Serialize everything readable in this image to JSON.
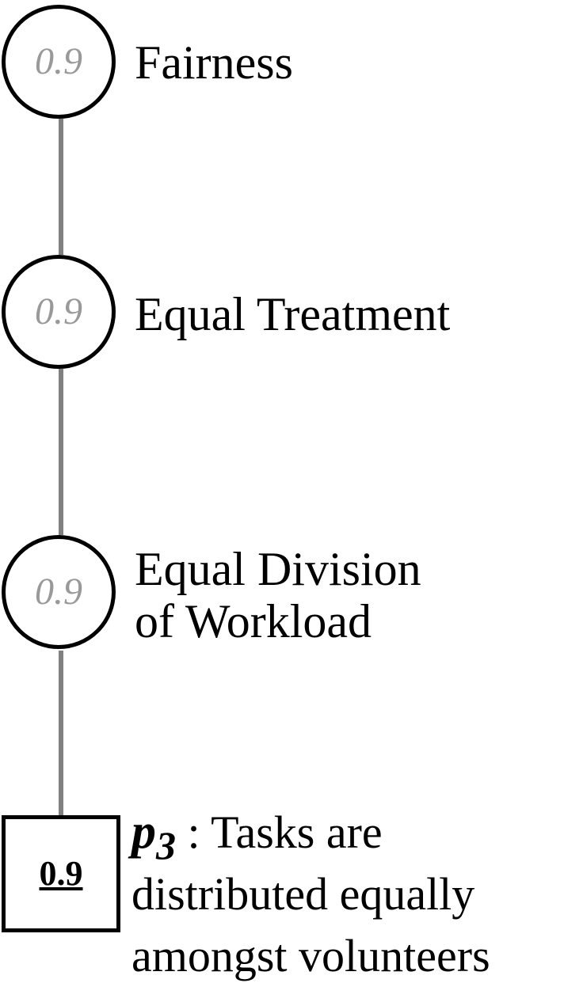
{
  "colors": {
    "connector": "#808080",
    "node_border": "#000000",
    "score_text": "#999999"
  },
  "nodes": [
    {
      "score": "0.9",
      "label": "Fairness"
    },
    {
      "score": "0.9",
      "label": "Equal Treatment"
    },
    {
      "score": "0.9",
      "label_lines": [
        "Equal Division",
        "of Workload"
      ]
    }
  ],
  "leaf": {
    "score": "0.9",
    "id_letter": "p",
    "id_subscript": "3",
    "separator": " : ",
    "lines": [
      "Tasks are",
      "distributed equally",
      "amongst volunteers"
    ]
  }
}
